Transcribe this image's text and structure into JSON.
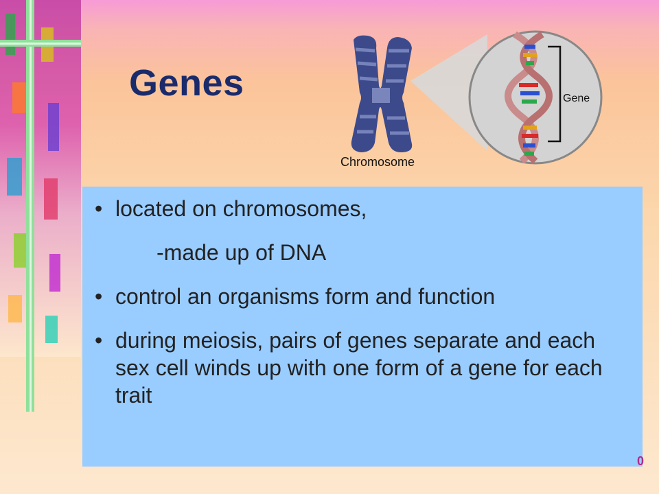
{
  "slide": {
    "title": "Genes",
    "figure": {
      "chromosome_label": "Chromosome",
      "gene_label": "Gene"
    },
    "bullets": [
      {
        "text": "located on chromosomes,"
      },
      {
        "text": "control an organisms form and function"
      },
      {
        "text": "during meiosis, pairs of genes separate and each sex cell winds up with one form of a gene for each trait"
      }
    ],
    "sub_line": "-made up of DNA",
    "page_number": "0"
  },
  "colors": {
    "title": "#1a2b6b",
    "content_bg": "#99ccff",
    "chromosome": "#3c4a8c",
    "dna_backbone": "#c98b8b"
  },
  "icons": [
    "chromosome-illustration",
    "dna-helix-icon",
    "decorative-side-strip"
  ]
}
